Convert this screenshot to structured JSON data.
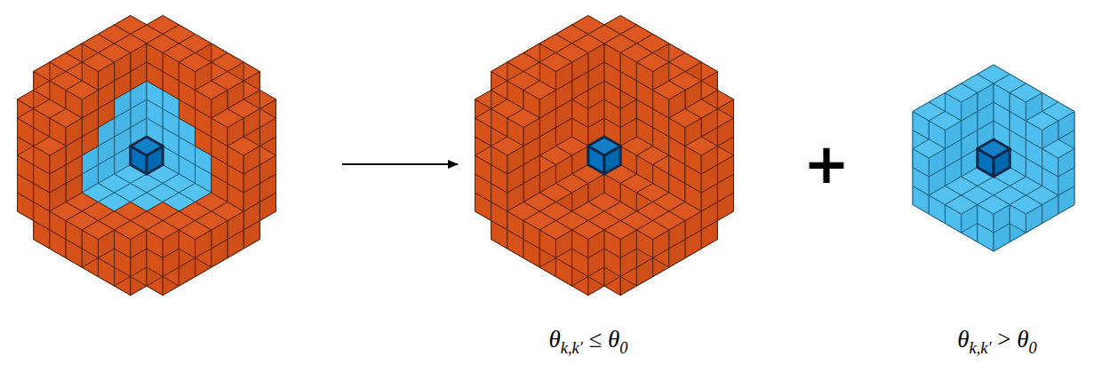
{
  "diagram": {
    "labels": [
      "+",
      "θk,k′ ≤ θ0",
      "θk,k′ > θ0"
    ]
  }
}
